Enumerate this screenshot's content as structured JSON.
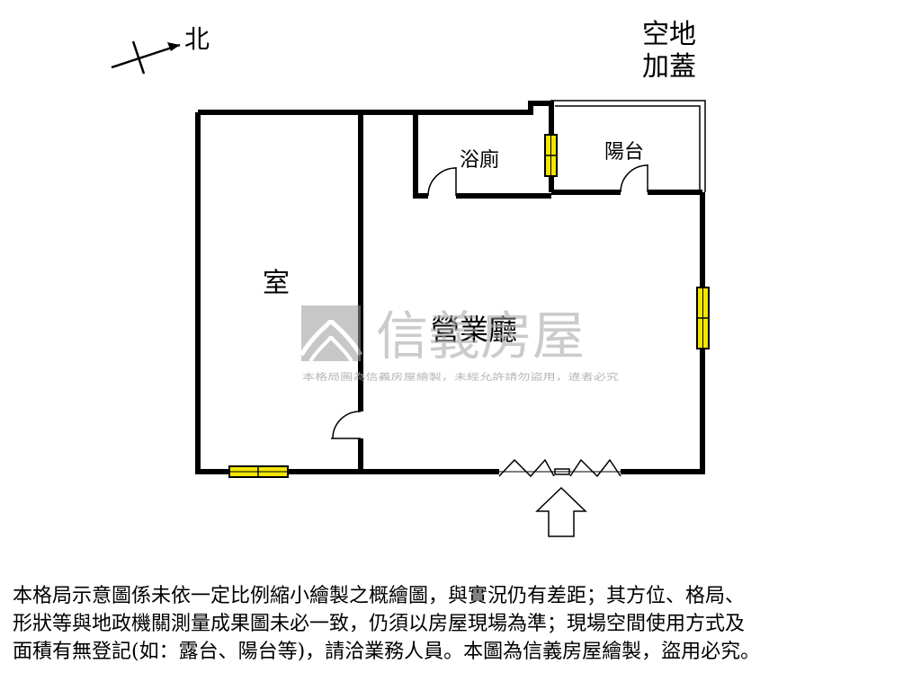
{
  "compass": {
    "north_label": "北"
  },
  "rooms": {
    "room": "室",
    "hall": "營業廳",
    "bathroom": "浴廁",
    "balcony": "陽台",
    "addition_line1": "空地",
    "addition_line2": "加蓋"
  },
  "watermark": {
    "brand": "信義房屋",
    "notice": "本格局圖為信義房屋繪製，未經允許請勿盜用，違者必究"
  },
  "disclaimer": {
    "line1": "本格局示意圖係未依一定比例縮小繪製之概繪圖，與實況仍有差距；其方位、格局、",
    "line2": "形狀等與地政機關測量成果圖未必一致，仍須以房屋現場為準；現場空間使用方式及",
    "line3": "面積有無登記(如：露台、陽台等)，請洽業務人員。本圖為信義房屋繪製，盜用必究。"
  },
  "colors": {
    "wall": "#000000",
    "window_fill": "#f2e600",
    "watermark": "#a9a9a9"
  },
  "icons": [
    "compass-icon",
    "entrance-arrow-icon",
    "watermark-logo-icon"
  ]
}
